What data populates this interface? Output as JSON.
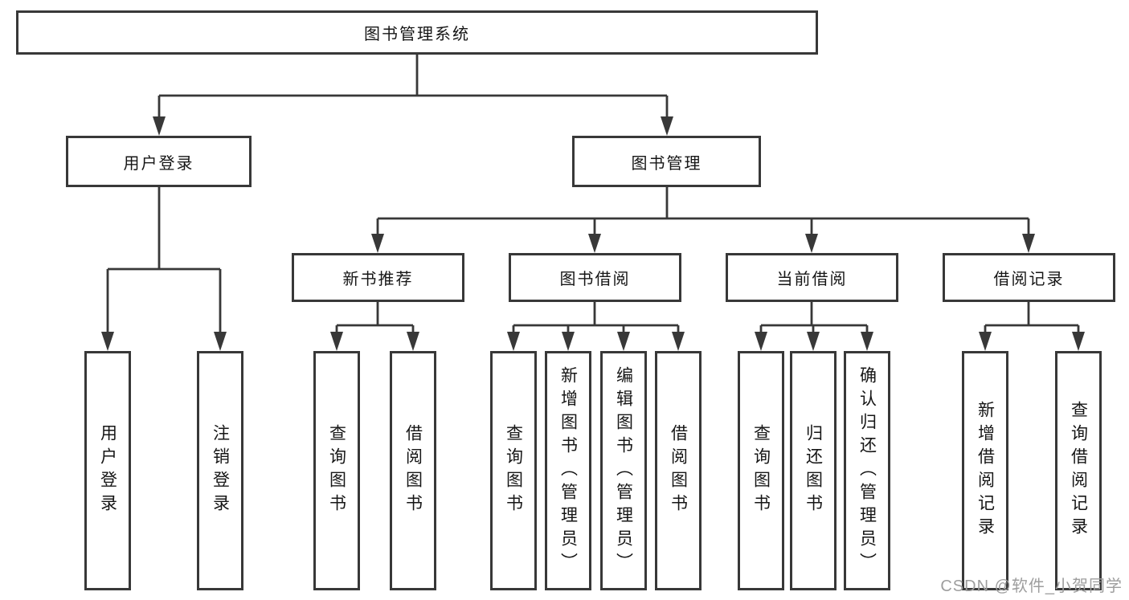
{
  "diagram": {
    "root": {
      "label": "图书管理系统"
    },
    "level2": [
      {
        "label": "用户登录"
      },
      {
        "label": "图书管理"
      }
    ],
    "level3": [
      {
        "label": "新书推荐"
      },
      {
        "label": "图书借阅"
      },
      {
        "label": "当前借阅"
      },
      {
        "label": "借阅记录"
      }
    ],
    "leaves": [
      "用户登录",
      "注销登录",
      "查询图书",
      "借阅图书",
      "查询图书",
      "新增图书（管理员）",
      "编辑图书（管理员）",
      "借阅图书",
      "查询图书",
      "归还图书",
      "确认归还（管理员）",
      "新增借阅记录",
      "查询借阅记录"
    ],
    "watermark": "CSDN @软件_小贺同学"
  },
  "colors": {
    "line": "#383838",
    "box_border": "#383838",
    "text": "#161616",
    "watermark": "#9e9e9e",
    "background": "#ffffff"
  }
}
